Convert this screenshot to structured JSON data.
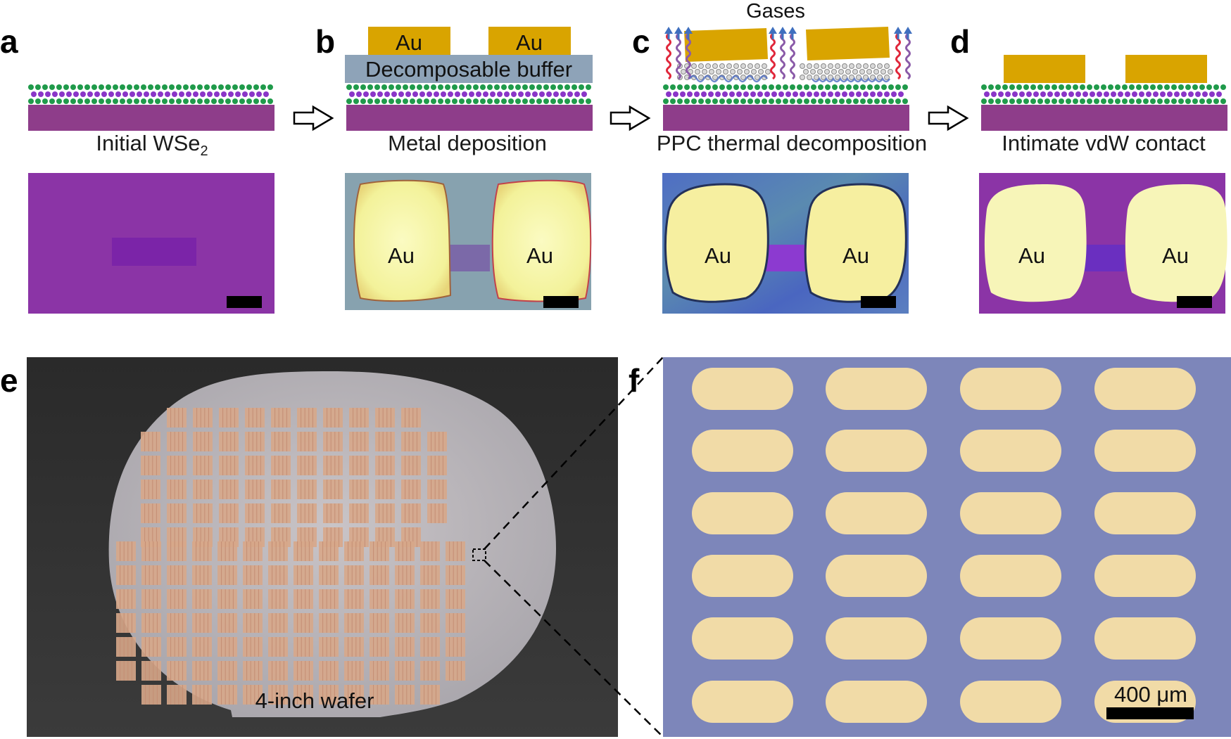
{
  "panels": {
    "a": {
      "label": "a",
      "caption_main": "Initial WSe",
      "caption_sub": "2"
    },
    "b": {
      "label": "b",
      "caption": "Metal deposition",
      "buffer_label": "Decomposable buffer",
      "metal_label": "Au"
    },
    "c": {
      "label": "c",
      "caption": "PPC thermal decomposition",
      "gas_label": "Gases",
      "metal_label": "Au"
    },
    "d": {
      "label": "d",
      "caption": "Intimate vdW contact",
      "metal_label": "Au"
    },
    "e": {
      "label": "e",
      "wafer_label": "4-inch wafer"
    },
    "f": {
      "label": "f",
      "scale_label": "400 μm"
    }
  },
  "colors": {
    "substrate": "#8e3d8a",
    "gold": "#d9a400",
    "buffer": "#8ea3b8",
    "atom_green": "#1f9a4a",
    "atom_purple": "#8a35c8",
    "gas_blue": "#3f6fbf",
    "gas_red": "#e0263a",
    "optical_purple": "#8b34a6",
    "pad_gold_light": "#f7f7a8",
    "f_background": "#7d86ba",
    "f_pad": "#f1dba7"
  }
}
